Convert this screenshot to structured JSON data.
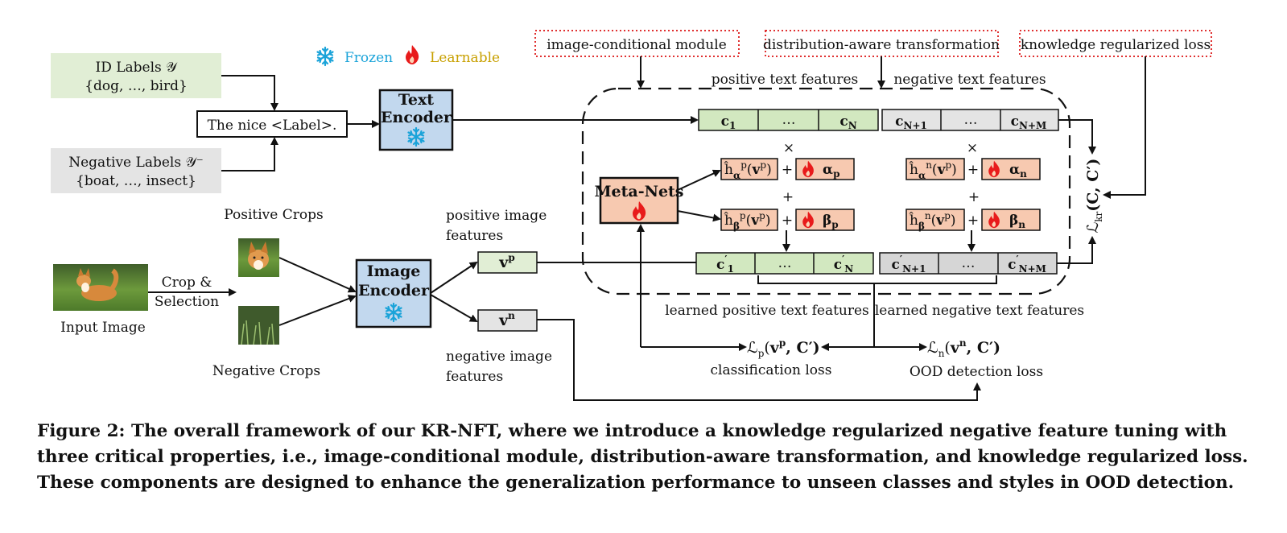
{
  "legend": {
    "frozen": {
      "icon": "snowflake-icon",
      "label": "Frozen",
      "color": "#1aa3d9"
    },
    "learnable": {
      "icon": "flame-icon",
      "label": "Learnable",
      "color": "#c8a000"
    }
  },
  "properties": {
    "image_conditional": "image-conditional module",
    "distribution_aware": "distribution-aware transformation",
    "knowledge_loss": "knowledge regularized loss"
  },
  "labels": {
    "id_title": "ID Labels 𝒴",
    "id_set": "{dog, …, bird}",
    "neg_title": "Negative Labels 𝒴⁻",
    "neg_set": "{boat, …, insect}",
    "prompt": "The nice <Label>.",
    "text_encoder_1": "Text",
    "text_encoder_2": "Encoder",
    "image_encoder_1": "Image",
    "image_encoder_2": "Encoder",
    "meta_nets": "Meta-Nets",
    "positive_crops": "Positive Crops",
    "negative_crops": "Negative Crops",
    "input_image": "Input Image",
    "crop_1": "Crop &",
    "crop_2": "Selection",
    "pos_img_feat_1": "positive image",
    "pos_img_feat_2": "features",
    "neg_img_feat_1": "negative image",
    "neg_img_feat_2": "features",
    "pos_text_feat": "positive text features",
    "neg_text_feat": "negative text features",
    "learned_pos": "learned positive text features",
    "learned_neg": "learned negative text features",
    "classification_loss": "classification loss",
    "ood_loss": "OOD detection loss"
  },
  "math": {
    "vp_base": "v",
    "vp_sup": "p",
    "vn_base": "v",
    "vn_sup": "n",
    "times": "×",
    "plus": "+",
    "c1_base": "c",
    "c1_sub": "1",
    "cN_base": "c",
    "cN_sub": "N",
    "cN1_base": "c",
    "cN1_sub": "N+1",
    "cNM_base": "c",
    "cNM_sub": "N+M",
    "ellipsis": "…",
    "h_base": "ĥ",
    "alpha": "α",
    "beta": "β",
    "p": "p",
    "n": "n",
    "h_arg_open": "(",
    "h_arg_close": ")",
    "L_base": "ℒ",
    "kr": "kr",
    "loss_p": "p",
    "loss_n": "n",
    "Lkr_args": "(C, C′)",
    "comma_C_prime": ", C′)",
    "open_paren": "(",
    "prime": "′"
  },
  "caption": "Figure 2: The overall framework of our KR-NFT, where we introduce a knowledge regularized negative feature tuning with three critical properties, i.e., image-conditional module, distribution-aware transformation, and knowledge regularized loss. These components are designed to enhance the generalization performance to unseen classes and styles in OOD detection."
}
